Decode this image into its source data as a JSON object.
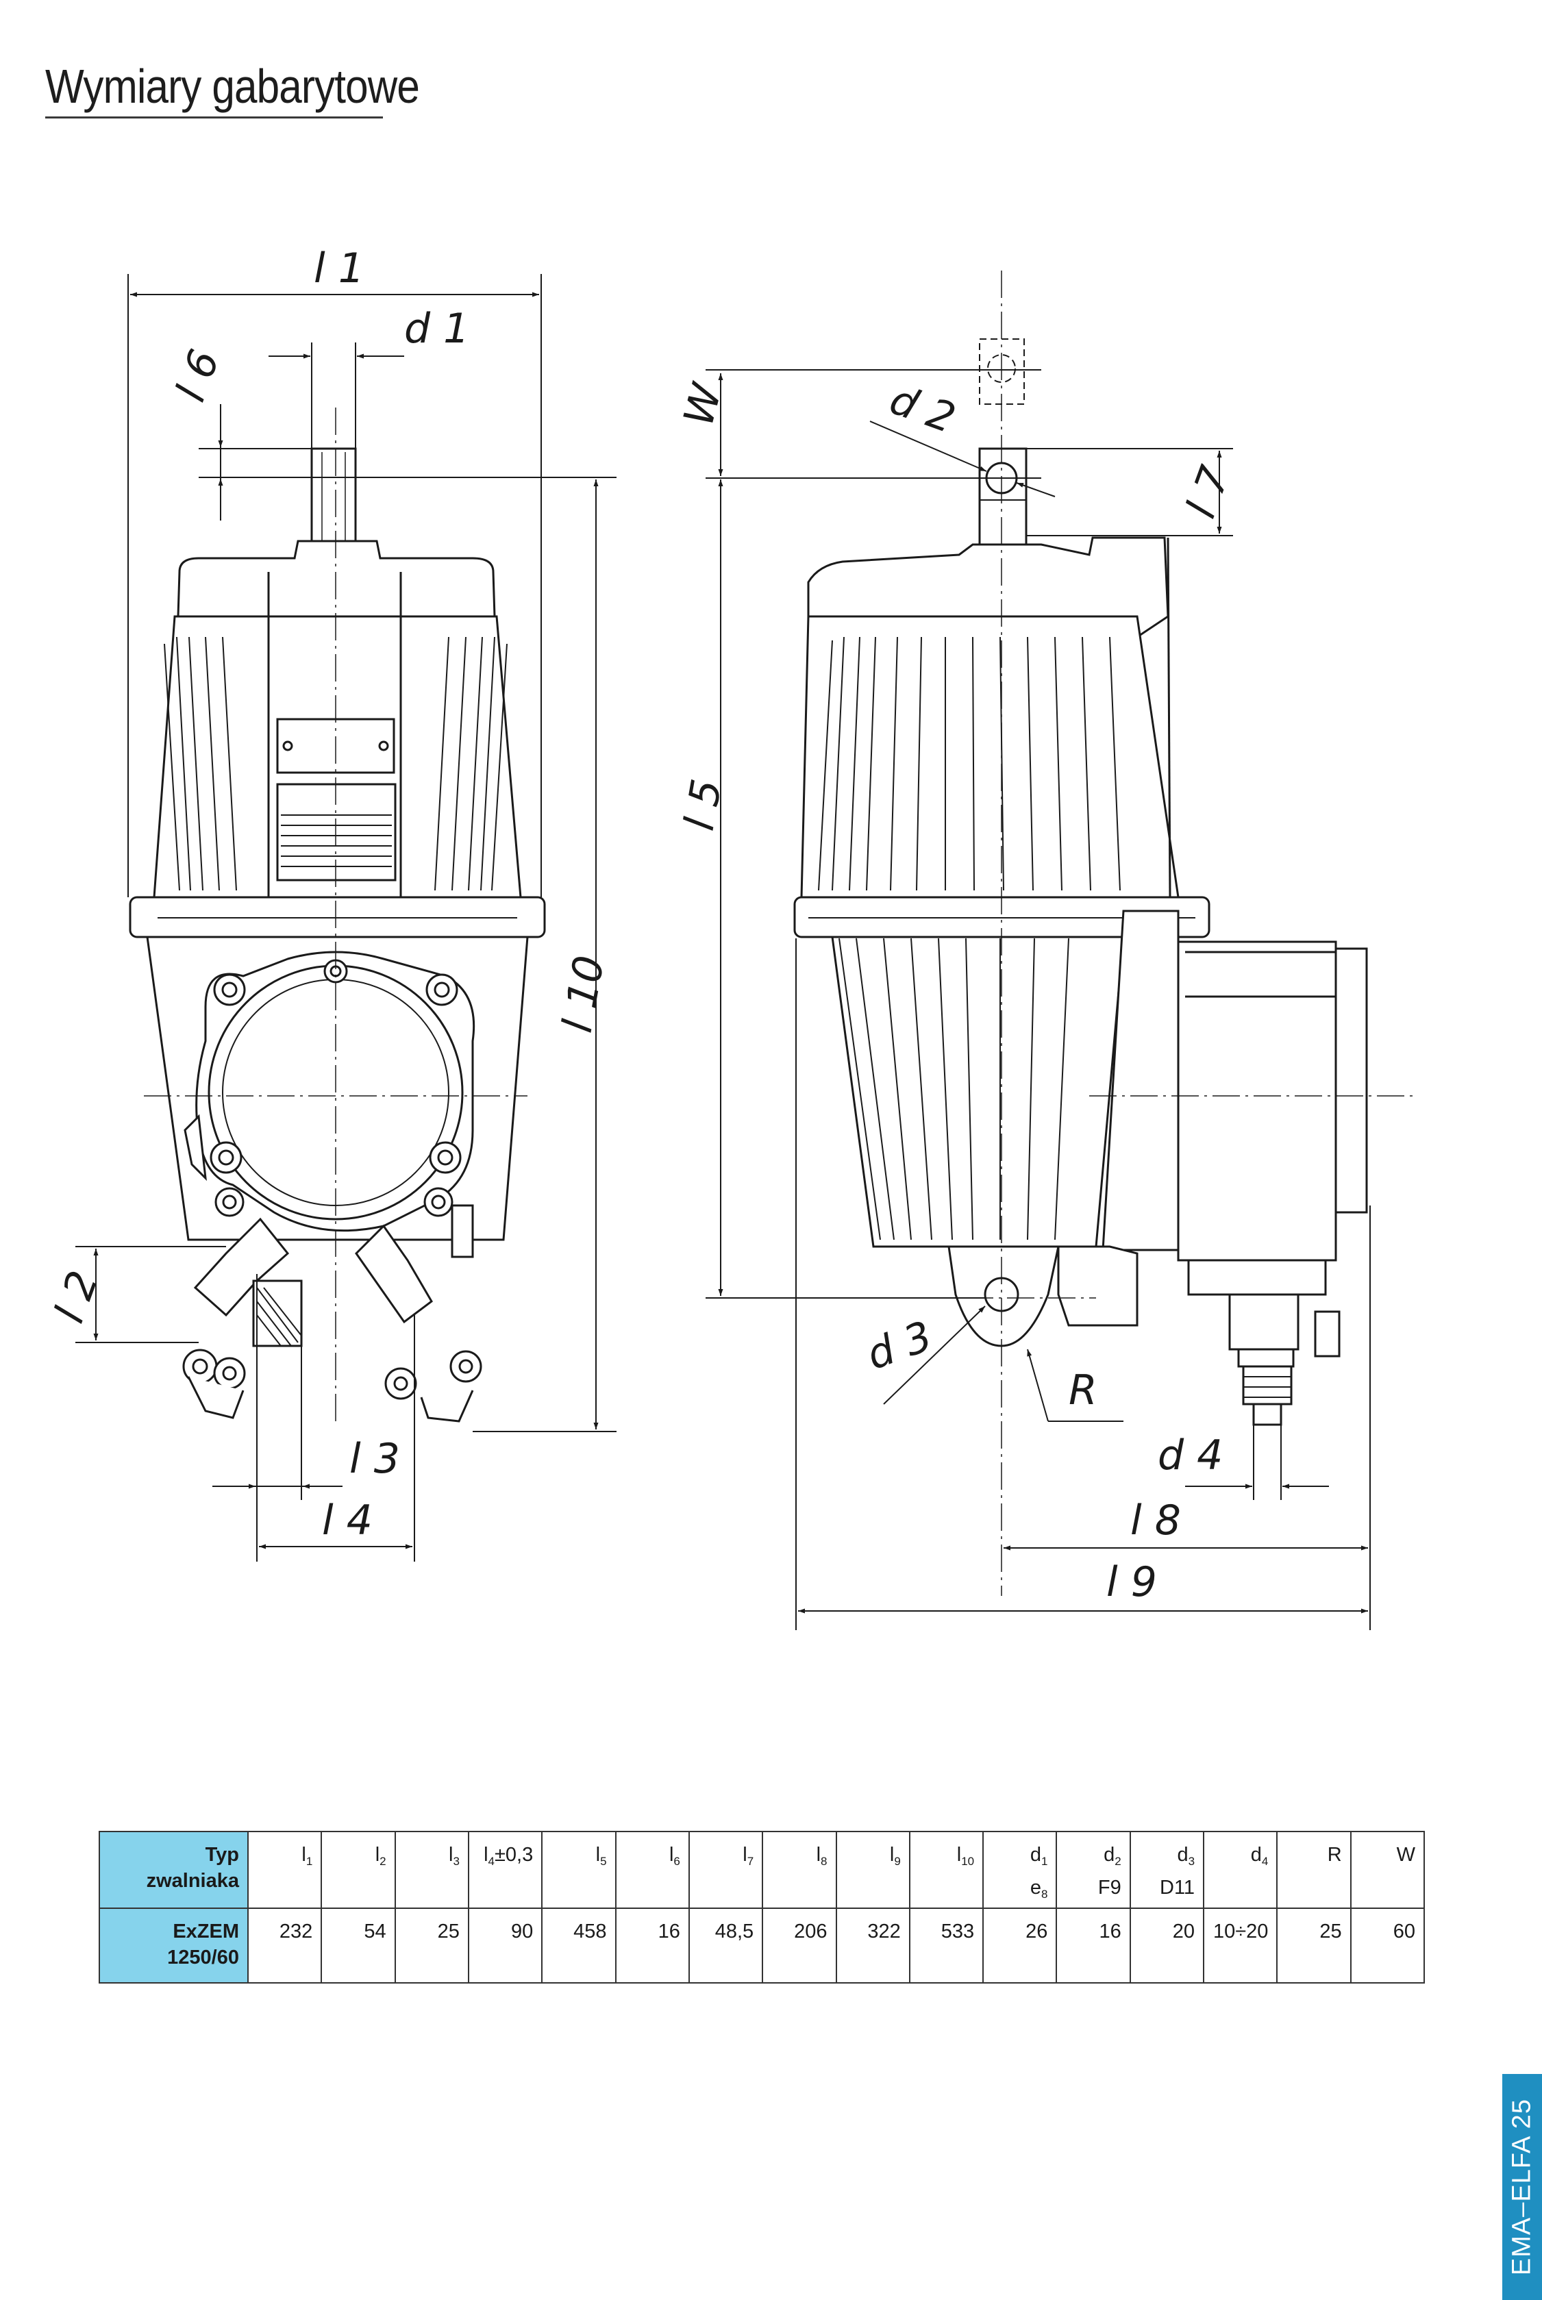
{
  "page": {
    "title": "Wymiary gabarytowe",
    "footer_tab": "EMA–ELFA 25"
  },
  "drawing_labels": {
    "l1": "l 1",
    "d1": "d 1",
    "l6": "l 6",
    "l10": "l 10",
    "l2": "l 2",
    "l3": "l 3",
    "l4": "l 4",
    "W": "W",
    "d2": "d 2",
    "l7": "l 7",
    "l5": "l 5",
    "d3": "d 3",
    "R": "R",
    "d4": "d 4",
    "l8": "l 8",
    "l9": "l 9"
  },
  "table": {
    "header_label_line1": "Typ",
    "header_label_line2": "zwalniaka",
    "columns": [
      {
        "main": "l",
        "sub": "1",
        "line2": ""
      },
      {
        "main": "l",
        "sub": "2",
        "line2": ""
      },
      {
        "main": "l",
        "sub": "3",
        "line2": ""
      },
      {
        "main": "l",
        "sub": "4",
        "extra": "±0,3",
        "line2": ""
      },
      {
        "main": "l",
        "sub": "5",
        "line2": ""
      },
      {
        "main": "l",
        "sub": "6",
        "line2": ""
      },
      {
        "main": "l",
        "sub": "7",
        "line2": ""
      },
      {
        "main": "l",
        "sub": "8",
        "line2": ""
      },
      {
        "main": "l",
        "sub": "9",
        "line2": ""
      },
      {
        "main": "l",
        "sub": "10",
        "line2": ""
      },
      {
        "main": "d",
        "sub": "1",
        "line2": "e",
        "line2_sub": "8"
      },
      {
        "main": "d",
        "sub": "2",
        "line2": "F9"
      },
      {
        "main": "d",
        "sub": "3",
        "line2": "D11"
      },
      {
        "main": "d",
        "sub": "4",
        "line2": ""
      },
      {
        "main": "R",
        "sub": "",
        "line2": ""
      },
      {
        "main": "W",
        "sub": "",
        "line2": ""
      }
    ],
    "row_label_line1": "ExZEM",
    "row_label_line2": "1250/60",
    "values": [
      "232",
      "54",
      "25",
      "90",
      "458",
      "16",
      "48,5",
      "206",
      "322",
      "533",
      "26",
      "16",
      "20",
      "10÷20",
      "25",
      "60"
    ]
  },
  "colors": {
    "header_fill": "#86d3ec",
    "tab_fill": "#1f8fc1",
    "line": "#1a1a1a"
  }
}
